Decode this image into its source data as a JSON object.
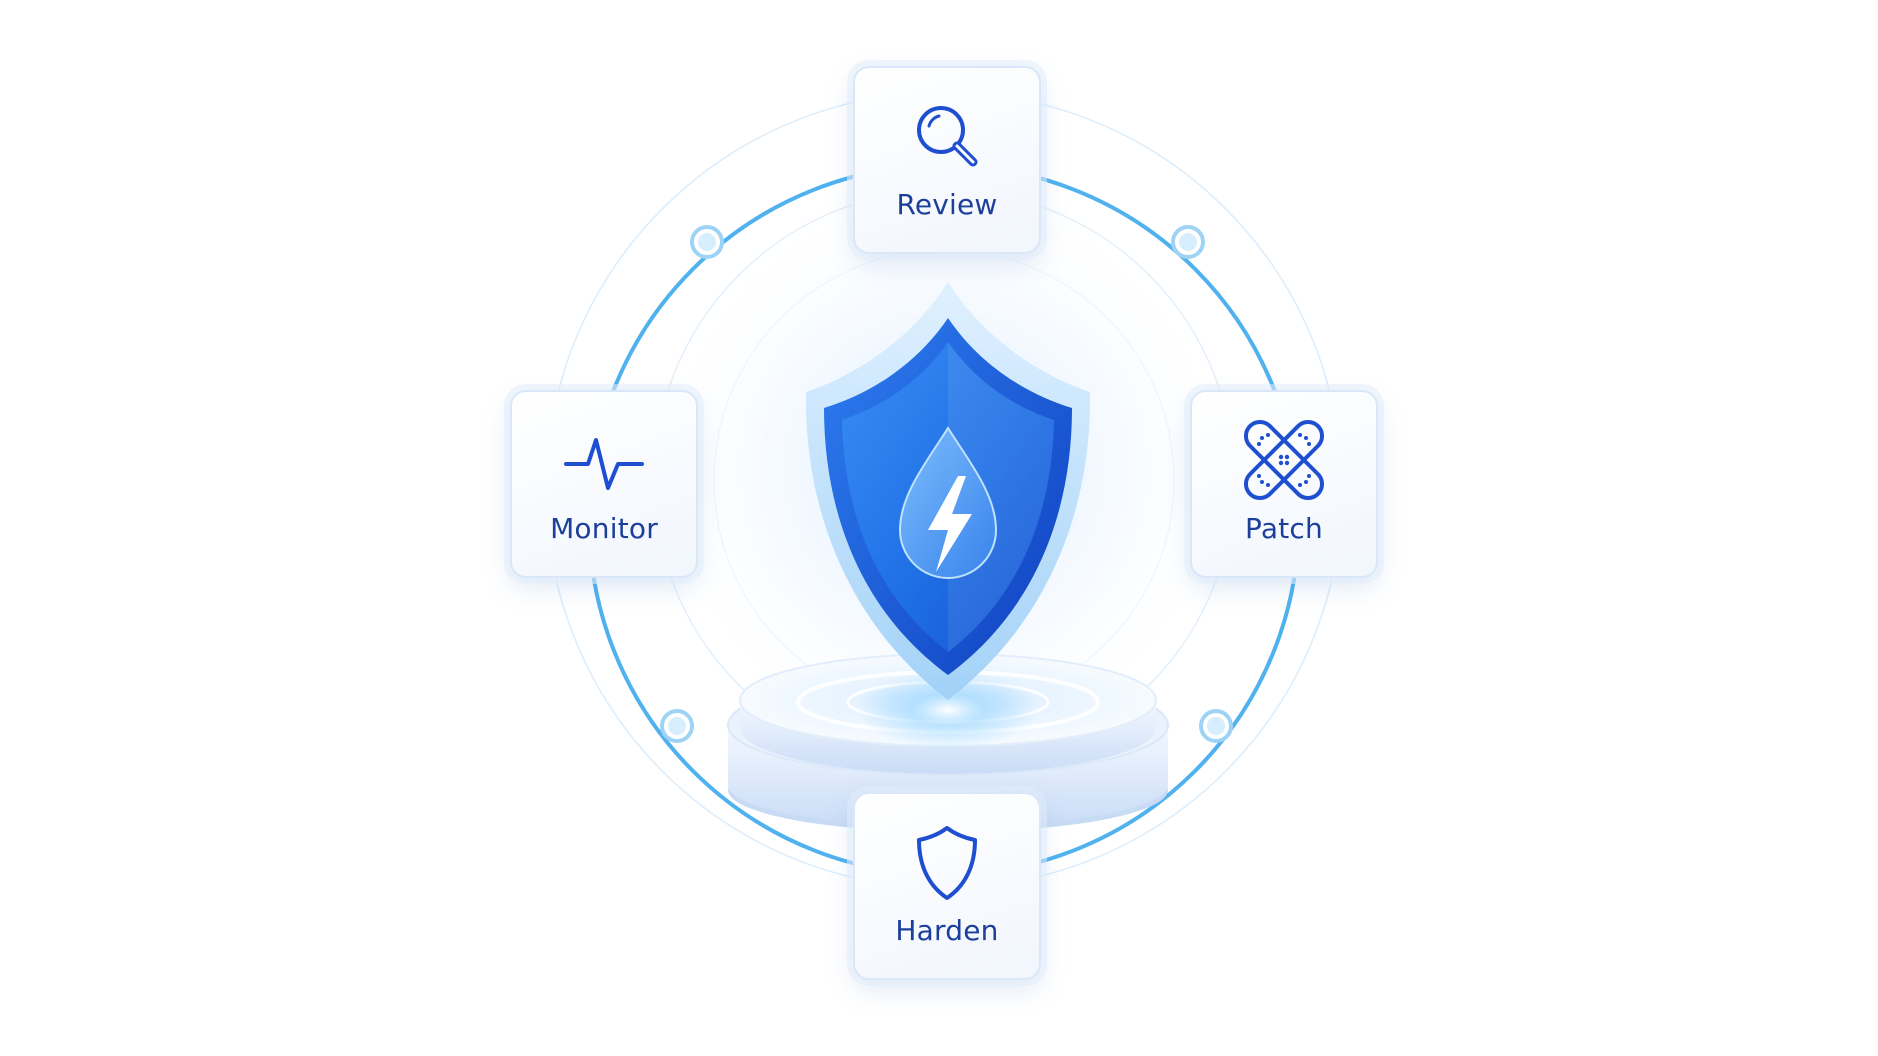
{
  "diagram": {
    "center": {
      "icon": "shield-lightning-icon",
      "platform": "podium"
    },
    "nodes": [
      {
        "id": "review",
        "label": "Review",
        "icon": "magnifier-icon"
      },
      {
        "id": "monitor",
        "label": "Monitor",
        "icon": "pulse-icon"
      },
      {
        "id": "patch",
        "label": "Patch",
        "icon": "bandage-icon"
      },
      {
        "id": "harden",
        "label": "Harden",
        "icon": "shield-outline-icon"
      }
    ],
    "colors": {
      "accent": "#1f6fe5",
      "ring": "#4fb2ee",
      "label": "#1c3f9a",
      "icon_stroke": "#1f4fd1"
    }
  }
}
